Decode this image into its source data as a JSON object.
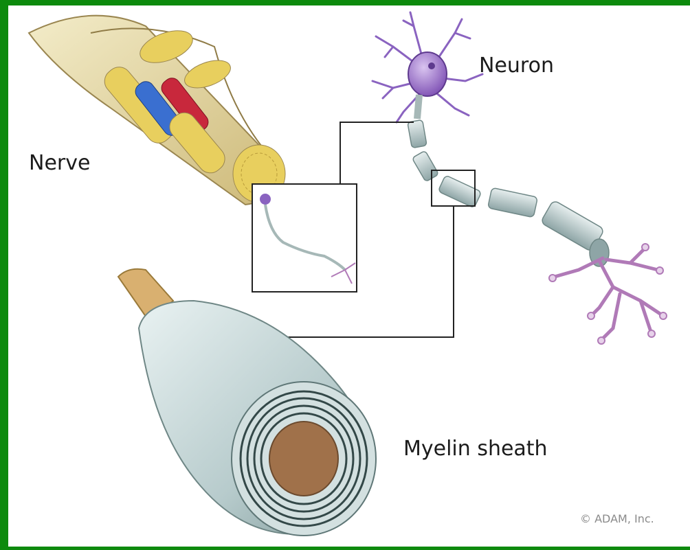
{
  "labels": {
    "nerve": "Nerve",
    "neuron": "Neuron",
    "myelin": "Myelin sheath"
  },
  "copyright": "© ADAM, Inc.",
  "colors": {
    "frame": "#0d8a0d",
    "background": "#ffffff",
    "nerve_tissue": "#e9dfa8",
    "nerve_fascicle": "#e8cf5e",
    "vein": "#3a6fd0",
    "artery": "#c8283c",
    "neuron_body": "#9b72c8",
    "axon_sheath": "#b9c9c6",
    "terminals": "#b07ab7",
    "myelin": "#c8d8d8",
    "axon_core": "#a0714a"
  }
}
